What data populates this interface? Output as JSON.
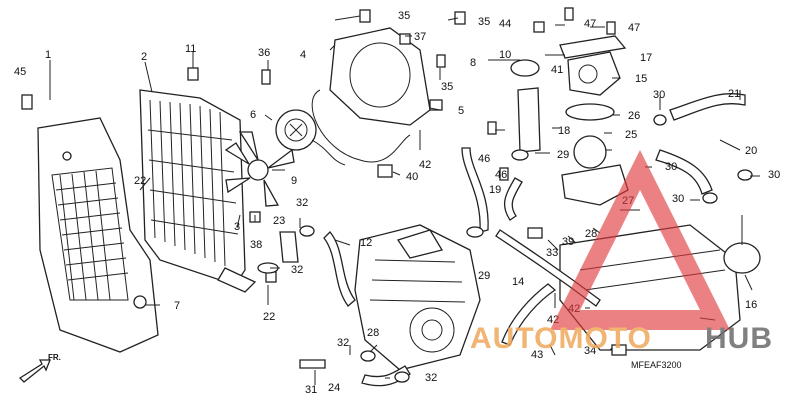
{
  "diagram": {
    "reference_code": "MFEAF3200",
    "front_label": "FR.",
    "watermark": {
      "left": "AUTOMOTO",
      "right": "HUB",
      "color_orange": "#f0a85a",
      "color_gray": "#6b6b6b",
      "triangle_color": "#e0393e"
    },
    "callouts": [
      "1",
      "2",
      "3",
      "4",
      "5",
      "6",
      "7",
      "8",
      "9",
      "10",
      "11",
      "12",
      "14",
      "15",
      "16",
      "17",
      "18",
      "19",
      "20",
      "21",
      "22",
      "23",
      "24",
      "25",
      "26",
      "27",
      "28",
      "29",
      "30",
      "31",
      "32",
      "33",
      "34",
      "35",
      "36",
      "37",
      "38",
      "39",
      "40",
      "41",
      "42",
      "43",
      "44",
      "45",
      "46",
      "47"
    ]
  }
}
